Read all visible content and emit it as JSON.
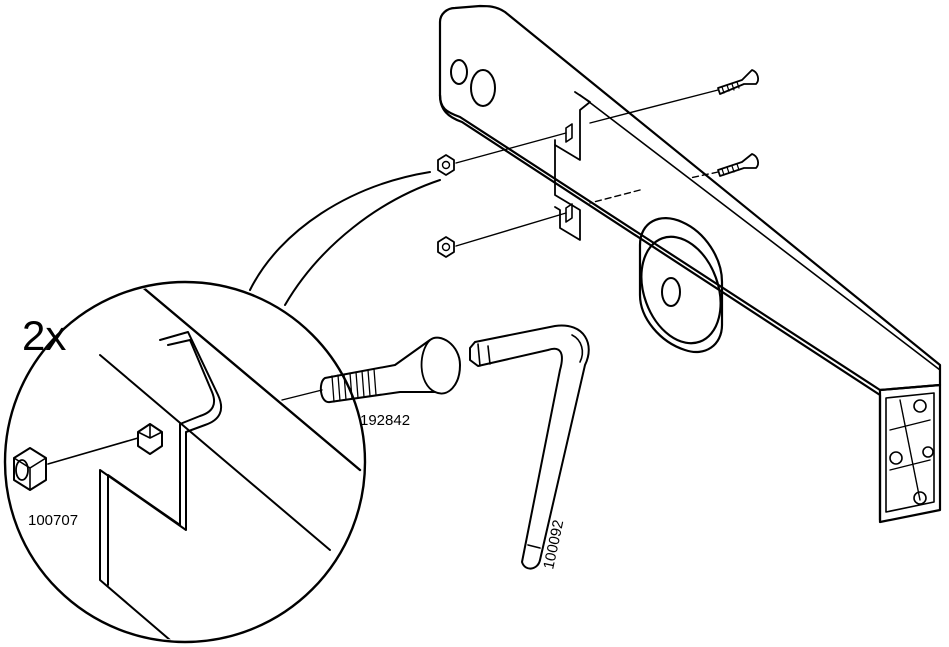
{
  "quantity": "2x",
  "parts": {
    "bolt": "192842",
    "nut": "100707",
    "hex_key": "100092"
  },
  "colors": {
    "ink": "#000000",
    "background": "#ffffff",
    "gray_fill": "#d9d9d9"
  }
}
